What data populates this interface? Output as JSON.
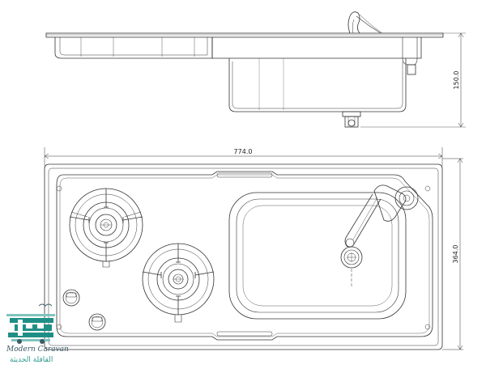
{
  "drawing": {
    "dimensions": {
      "width": "774.0",
      "depth": "364.0",
      "height": "150.0"
    }
  },
  "logo": {
    "brand_en": "Modern Caravan",
    "brand_ar": "القافلة الحديثة",
    "colors": [
      "#1f8f86",
      "#3d5a66",
      "#7fc4bd"
    ]
  }
}
